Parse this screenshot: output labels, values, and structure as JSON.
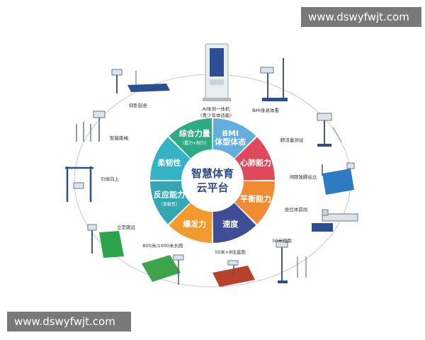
{
  "watermark": {
    "top": "www.dswyfwjt.com",
    "bottom": "www.dswyfwjt.com"
  },
  "center": {
    "line1": "智慧体育",
    "line2": "云平台"
  },
  "segments": [
    {
      "id": "bmi",
      "title": "BMI",
      "title2": "体型体态",
      "color": "#64aede"
    },
    {
      "id": "cardio",
      "title": "心肺能力",
      "title2": "",
      "color": "#e0485b"
    },
    {
      "id": "balance",
      "title": "平衡能力",
      "title2": "",
      "color": "#f08b33"
    },
    {
      "id": "speed",
      "title": "速度",
      "title2": "",
      "color": "#3f4c96"
    },
    {
      "id": "explosive",
      "title": "爆发力",
      "title2": "",
      "color": "#f29a2e"
    },
    {
      "id": "reaction",
      "title": "反应能力",
      "title2": "（灵敏性）",
      "color": "#35a7b3"
    },
    {
      "id": "flexibility",
      "title": "柔韧性",
      "title2": "",
      "color": "#33b3c3"
    },
    {
      "id": "strength",
      "title": "综合力量",
      "title2": "（握力+耐力）",
      "color": "#2eaa86"
    }
  ],
  "equipment": [
    {
      "id": "ai-machine",
      "label": "AI体测一体机",
      "label2": "（青少年体适能）"
    },
    {
      "id": "bmi-scale",
      "label": "BMI身高体重",
      "label2": ""
    },
    {
      "id": "lung",
      "label": "肺活量测试",
      "label2": ""
    },
    {
      "id": "balance-beam",
      "label": "闭眼独脚站立",
      "label2": ""
    },
    {
      "id": "sit-reach",
      "label": "坐位体前屈",
      "label2": ""
    },
    {
      "id": "sprint50",
      "label": "50米短跑",
      "label2": ""
    },
    {
      "id": "shuttle",
      "label": "50米×8往返跑",
      "label2": ""
    },
    {
      "id": "run800",
      "label": "800米/1000米长跑",
      "label2": ""
    },
    {
      "id": "long-jump",
      "label": "立定跳远",
      "label2": ""
    },
    {
      "id": "pull-up",
      "label": "引体向上",
      "label2": ""
    },
    {
      "id": "jump-rope",
      "label": "智能跳绳",
      "label2": ""
    },
    {
      "id": "sit-up",
      "label": "仰卧起坐",
      "label2": ""
    }
  ]
}
